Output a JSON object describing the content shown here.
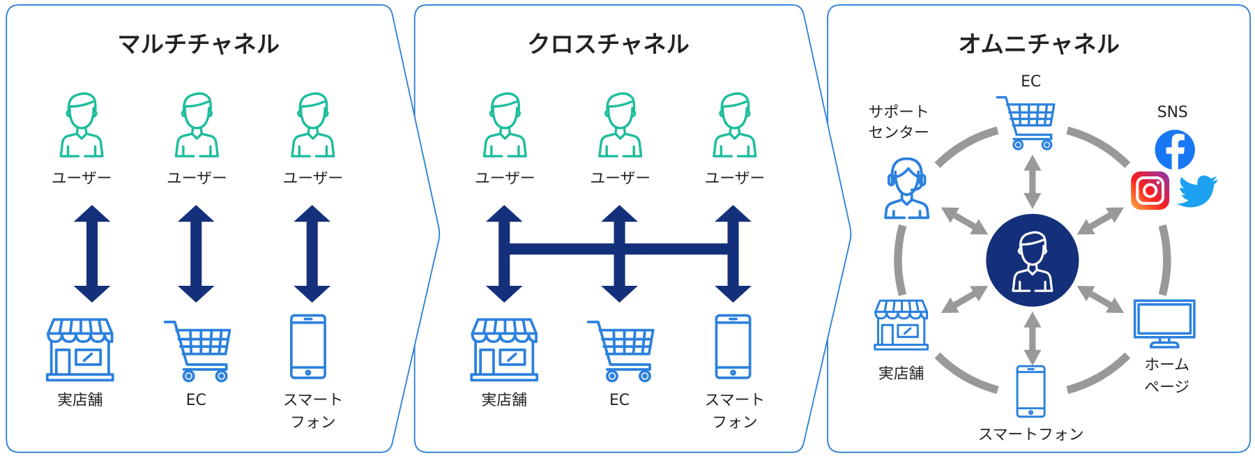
{
  "colors": {
    "border": "#2b7fd9",
    "user_icon": "#1dbd9c",
    "channel_icon": "#2b80de",
    "arrow": "#15307a",
    "omni_arrow": "#999999"
  },
  "panels": [
    {
      "title": "マルチチャネル",
      "users": [
        "ユーザー",
        "ユーザー",
        "ユーザー"
      ],
      "channels": [
        {
          "label": "実店舗",
          "icon": "shop-icon"
        },
        {
          "label": "EC",
          "icon": "cart-icon"
        },
        {
          "line1": "スマート",
          "line2": "フォン",
          "icon": "smartphone-icon"
        }
      ]
    },
    {
      "title": "クロスチャネル",
      "users": [
        "ユーザー",
        "ユーザー",
        "ユーザー"
      ],
      "channels": [
        {
          "label": "実店舗",
          "icon": "shop-icon"
        },
        {
          "label": "EC",
          "icon": "cart-icon"
        },
        {
          "line1": "スマート",
          "line2": "フォン",
          "icon": "smartphone-icon"
        }
      ]
    },
    {
      "title": "オムニチャネル",
      "ec": "EC",
      "support_line1": "サポート",
      "support_line2": "センター",
      "sns": "SNS",
      "shop": "実店舗",
      "smartphone": "スマートフォン",
      "homepage_line1": "ホーム",
      "homepage_line2": "ページ"
    }
  ]
}
